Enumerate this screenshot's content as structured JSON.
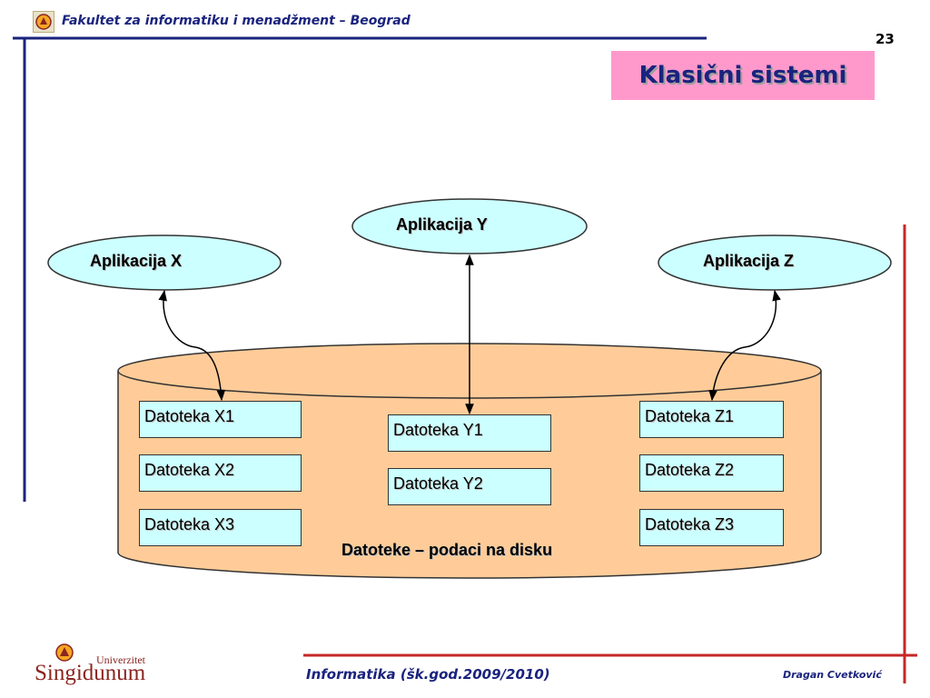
{
  "header": {
    "institution": "Fakultet za informatiku i menadžment – Beograd"
  },
  "page_number": "23",
  "title": "Klasični sistemi",
  "applications": [
    {
      "label": "Aplikacija X"
    },
    {
      "label": "Aplikacija Y"
    },
    {
      "label": "Aplikacija Z"
    }
  ],
  "files": {
    "x": [
      "Datoteka X1",
      "Datoteka X2",
      "Datoteka X3"
    ],
    "y": [
      "Datoteka Y1",
      "Datoteka Y2"
    ],
    "z": [
      "Datoteka Z1",
      "Datoteka Z2",
      "Datoteka Z3"
    ]
  },
  "disk_label": "Datoteke – podaci na disku",
  "footer": {
    "brand_univerzitet": "Univerzitet",
    "brand_name": "Singidunum",
    "course": "Informatika (šk.god.2009/2010)",
    "author": "Dragan Cvetković"
  },
  "colors": {
    "accent_blue": "#1a237e",
    "accent_red": "#c62828",
    "title_bg": "#ff99cc",
    "ellipse_fill": "#ccffff",
    "disk_fill": "#ffcc99",
    "file_fill": "#ccffff"
  }
}
